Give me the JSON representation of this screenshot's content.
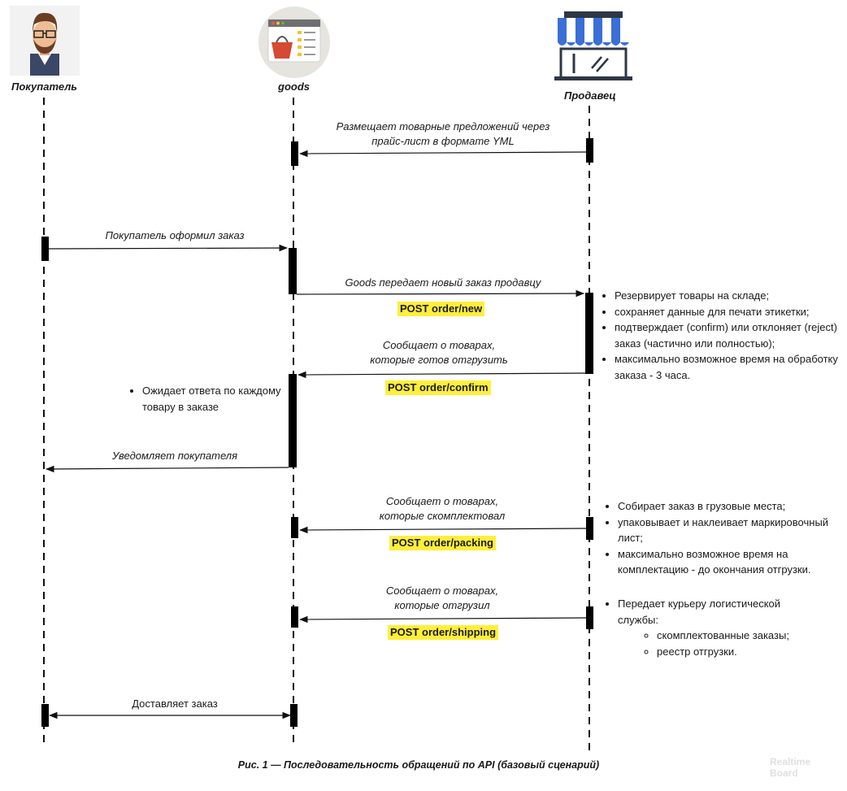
{
  "actors": {
    "buyer": "Покупатель",
    "goods": "goods",
    "seller": "Продавец"
  },
  "messages": {
    "m1_line1": "Размещает товарные предложений через",
    "m1_line2": "прайс-лист в формате YML",
    "m2": "Покупатель оформил заказ",
    "m3": "Goods передает новый заказ продавцу",
    "m3_api": "POST order/new",
    "m4_line1": "Сообщает о товарах,",
    "m4_line2": "которые готов отгрузить",
    "m4_api": "POST order/confirm",
    "m5": "Уведомляет покупателя",
    "m6_line1": "Сообщает о товарах,",
    "m6_line2": "которые скомплектовал",
    "m6_api": "POST order/packing",
    "m7_line1": "Сообщает о товарах,",
    "m7_line2": "которые отгрузил",
    "m7_api": "POST order/shipping",
    "m8": "Доставляет заказ"
  },
  "notes": {
    "goods_wait": [
      "Ожидает ответа по каждому товару в заказе"
    ],
    "seller_new": [
      "Резервирует товары на складе;",
      "сохраняет данные для печати этикетки;",
      "подтверждает (confirm) или отклоняет (reject)  заказ (частично или полностью);",
      "максимально возможное время на обработку заказа - 3 часа."
    ],
    "seller_packing": [
      "Собирает заказ в грузовые места;",
      "упаковывает и наклеивает маркировочный лист;",
      "максимально возможное время на комплектацию - до окончания отгрузки."
    ],
    "seller_shipping": "Передает курьеру логистической службы:",
    "seller_shipping_sub": [
      "скомплектованные заказы;",
      "реестр отгрузки."
    ]
  },
  "caption": "Рис. 1 — Последовательность обращений по API (базовый сценарий)",
  "watermark": [
    "Realtime",
    "Board"
  ],
  "colors": {
    "highlight": "#ffef3a",
    "line": "#111111",
    "awning_blue": "#3a6fd8",
    "avatar_bg": "#f2f2f2",
    "goods_bg": "#e6e4df"
  }
}
